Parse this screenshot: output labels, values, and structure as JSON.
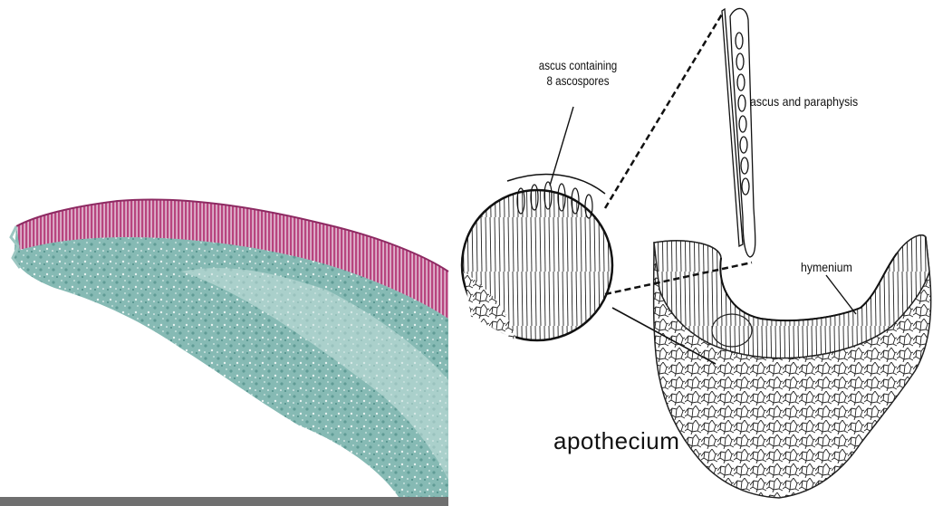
{
  "micrograph": {
    "stain_colors": {
      "hymenium": "#b23a78",
      "tissue": "#7fb3ae",
      "background": "#ffffff"
    }
  },
  "diagram": {
    "label_ascus_line1": "ascus containing",
    "label_ascus_line2": "8 ascospores",
    "label_ascus_paraphysis": "ascus and paraphysis",
    "label_hymenium": "hymenium",
    "label_apothecium": "apothecium"
  }
}
